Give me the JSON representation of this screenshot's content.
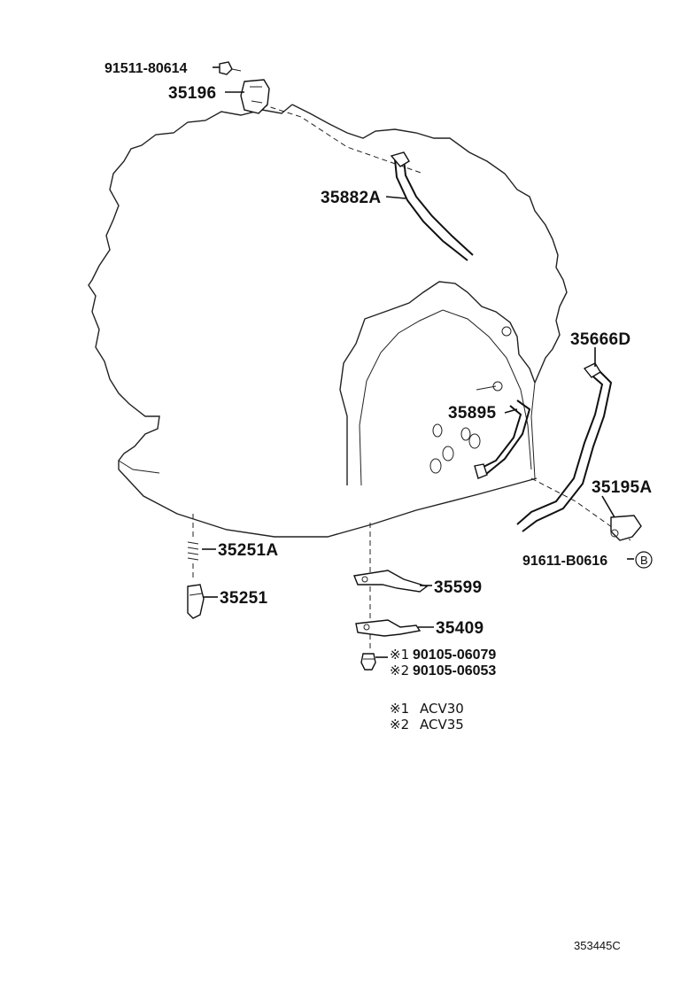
{
  "parts": {
    "p1": "91511-80614",
    "p2": "35196",
    "p3": "35882A",
    "p4": "35666D",
    "p5": "35895",
    "p6": "35195A",
    "p7": "91611-B0616",
    "p7_circle": "B",
    "p8": "35251A",
    "p9": "35251",
    "p10": "35599",
    "p11": "35409",
    "p12": "90105-06079",
    "p13": "90105-06053"
  },
  "markers": {
    "m1": "※1",
    "m2": "※2"
  },
  "notes": {
    "n1_marker": "※1",
    "n1_text": "ACV30",
    "n2_marker": "※2",
    "n2_text": "ACV35"
  },
  "figure_ref": "353445C"
}
